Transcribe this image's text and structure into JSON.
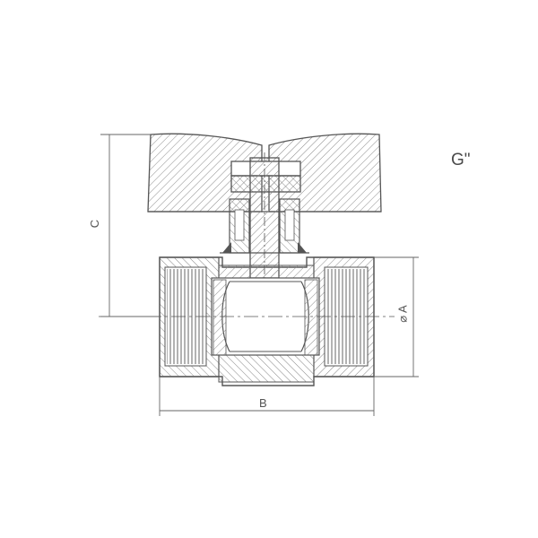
{
  "labels": {
    "dim_c": "C",
    "dim_b": "B",
    "dim_a": "⌀ A",
    "thread": "G\""
  },
  "colors": {
    "line": "#555555",
    "hatch": "#8a8a8a",
    "background": "#ffffff"
  }
}
